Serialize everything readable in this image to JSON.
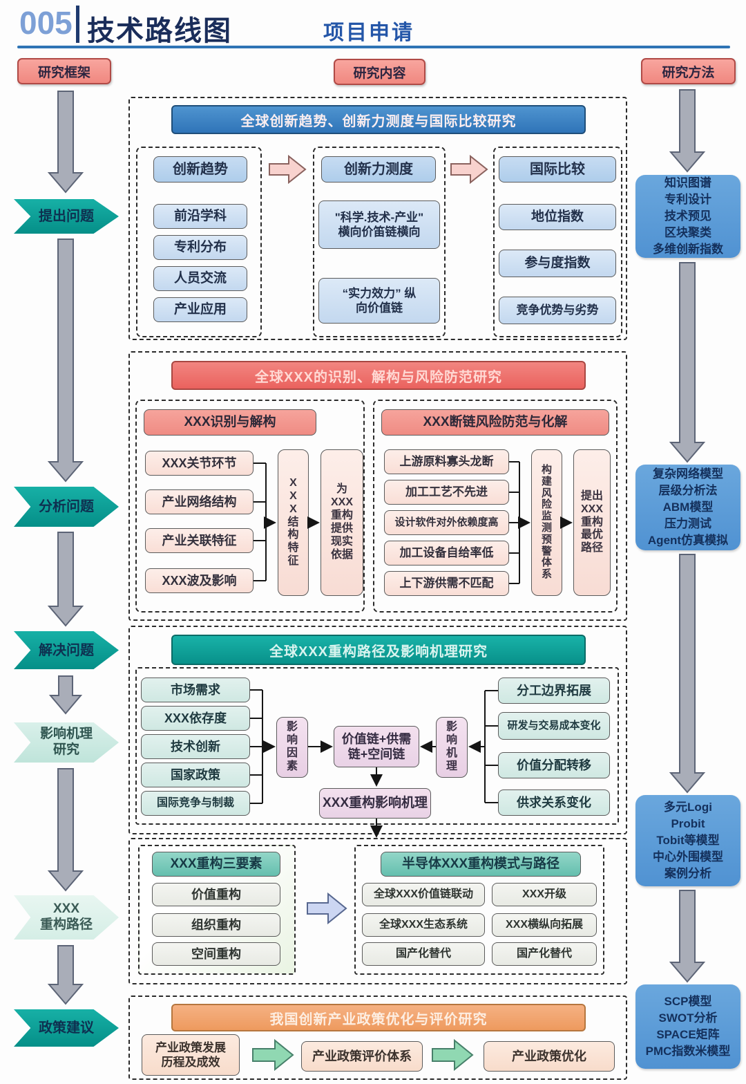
{
  "header": {
    "number": "005",
    "title": "技术路线图",
    "subtitle": "项目申请"
  },
  "columns": {
    "framework": "研究框架",
    "content": "研究内容",
    "method": "研究方法"
  },
  "left_flow": {
    "step1": "提出问题",
    "step2": "分析问题",
    "step3": "解决问题",
    "step4": "影响机理\n研究",
    "step5": "XXX\n重构路径",
    "step6": "政策建议"
  },
  "right_methods": {
    "box1": "知识图谱\n专利设计\n技术预见\n区块聚类\n多维创新指数",
    "box2": "复杂网络模型\n层级分析法\nABM模型\n压力测试\nAgent仿真模拟",
    "box3": "多元Logi\nProbit\nTobit等模型\n中心外围模型\n案例分析",
    "box4": "SCP模型\nSWOT分析\nSPACE矩阵\nPMC指数米模型"
  },
  "section1": {
    "title": "全球创新趋势、创新力测度与国际比较研究",
    "colA": {
      "header": "创新趋势",
      "items": [
        "前沿学科",
        "专利分布",
        "人员交流",
        "产业应用"
      ]
    },
    "colB": {
      "header": "创新力测度",
      "items": [
        "\"科学.技术-产业\"\n横向价笛链横向",
        "“实力效力” 纵\n向价值链"
      ]
    },
    "colC": {
      "header": "国际比较",
      "items": [
        "地位指数",
        "参与度指数",
        "竞争优势与劣势"
      ]
    }
  },
  "section2": {
    "title": "全球XXX的识别、解构与风险防范研究",
    "left": {
      "header": "XXX识别与解构",
      "items": [
        "XXX关节环节",
        "产业网络结构",
        "产业关联特征",
        "XXX波及影响"
      ],
      "v1": "X\nX\nX\n结\n构\n特\n征",
      "v2": "为\nXXX\n重构\n提供\n现实\n依据"
    },
    "right": {
      "header": "XXX断链风险防范与化解",
      "items": [
        "上游原料寡头龙断",
        "加工工艺不先进",
        "设计软件对外依赖度高",
        "加工设备自给率低",
        "上下游供需不匹配"
      ],
      "v1": "构\n建\n风\n险\n监\n测\n预\n警\n体\n系",
      "v2": "提出\nXXX\n重构\n最优\n路径"
    }
  },
  "section3": {
    "title": "全球XXX重构路径及影响机理研究",
    "left_items": [
      "市场需求",
      "XXX依存度",
      "技术创新",
      "国家政策",
      "国际竞争与制裁"
    ],
    "factor_label": "影\n响\n因\n素",
    "center": "价值链+供需\n链+空间链",
    "mechanism_label": "影\n响\n机\n理",
    "right_items": [
      "分工边界拓展",
      "研发与交易成本变化",
      "价值分配转移",
      "供求关系变化"
    ],
    "bottom": "XXX重构影响机理"
  },
  "section4": {
    "left": {
      "header": "XXX重构三要素",
      "items": [
        "价值重构",
        "组织重构",
        "空间重构"
      ]
    },
    "right": {
      "header": "半导体XXX重构模式与路径",
      "items": [
        "全球XXX价值链联动",
        "XXX开级",
        "全球XXX生态系统",
        "XXX横纵向拓展",
        "国产化替代",
        "国产化替代"
      ]
    }
  },
  "section5": {
    "title": "我国创新产业政策优化与评价研究",
    "items": [
      "产业政策发展\n历程及成效",
      "产业政策评价体系",
      "产业政策优化"
    ]
  },
  "colors": {
    "header_number": "#7da0d6",
    "header_title": "#1a2d5a",
    "header_subtitle": "#2456a8",
    "divider": "#2e74b5",
    "red_label_box": "#f5938b",
    "section1_bar": "#3e86c6",
    "section2_bar": "#ee726e",
    "section3_bar": "#11a098",
    "section5_bar": "#f2a873",
    "teal_chevron": "#0ba39b",
    "method_box": "#5b9cd8",
    "gray_arrow": "#a9adb8",
    "pink_arrow": "#f8d2ce",
    "green_arrow": "#90d8b2",
    "blue_arrow": "#ccd6f2"
  }
}
